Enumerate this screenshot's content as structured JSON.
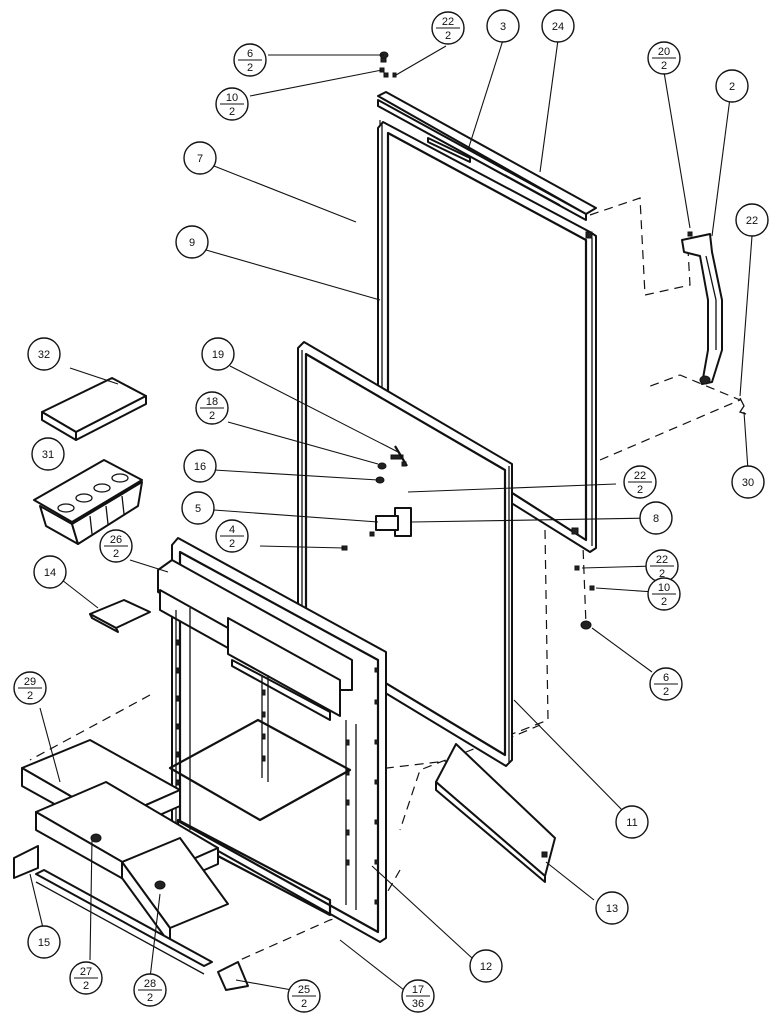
{
  "diagram": {
    "callouts": [
      {
        "id": "c-6-top",
        "num": "6",
        "den": "2"
      },
      {
        "id": "c-10-top",
        "num": "10",
        "den": "2"
      },
      {
        "id": "c-22-top",
        "num": "22",
        "den": "2"
      },
      {
        "id": "c-3",
        "num": "3",
        "den": ""
      },
      {
        "id": "c-24",
        "num": "24",
        "den": ""
      },
      {
        "id": "c-20",
        "num": "20",
        "den": "2"
      },
      {
        "id": "c-2",
        "num": "2",
        "den": ""
      },
      {
        "id": "c-7",
        "num": "7",
        "den": ""
      },
      {
        "id": "c-9",
        "num": "9",
        "den": ""
      },
      {
        "id": "c-22-right",
        "num": "22",
        "den": ""
      },
      {
        "id": "c-32",
        "num": "32",
        "den": ""
      },
      {
        "id": "c-19",
        "num": "19",
        "den": ""
      },
      {
        "id": "c-18",
        "num": "18",
        "den": "2"
      },
      {
        "id": "c-31",
        "num": "31",
        "den": ""
      },
      {
        "id": "c-16",
        "num": "16",
        "den": ""
      },
      {
        "id": "c-22-mid",
        "num": "22",
        "den": "2"
      },
      {
        "id": "c-30",
        "num": "30",
        "den": ""
      },
      {
        "id": "c-5",
        "num": "5",
        "den": ""
      },
      {
        "id": "c-8",
        "num": "8",
        "den": ""
      },
      {
        "id": "c-4",
        "num": "4",
        "den": "2"
      },
      {
        "id": "c-26",
        "num": "26",
        "den": "2"
      },
      {
        "id": "c-22-low",
        "num": "22",
        "den": "2"
      },
      {
        "id": "c-14",
        "num": "14",
        "den": ""
      },
      {
        "id": "c-10-low",
        "num": "10",
        "den": "2"
      },
      {
        "id": "c-6-low",
        "num": "6",
        "den": "2"
      },
      {
        "id": "c-29",
        "num": "29",
        "den": "2"
      },
      {
        "id": "c-11",
        "num": "11",
        "den": ""
      },
      {
        "id": "c-13",
        "num": "13",
        "den": ""
      },
      {
        "id": "c-15",
        "num": "15",
        "den": ""
      },
      {
        "id": "c-12",
        "num": "12",
        "den": ""
      },
      {
        "id": "c-27",
        "num": "27",
        "den": "2"
      },
      {
        "id": "c-28",
        "num": "28",
        "den": "2"
      },
      {
        "id": "c-25",
        "num": "25",
        "den": "2"
      },
      {
        "id": "c-17",
        "num": "17",
        "den": "36"
      }
    ]
  }
}
